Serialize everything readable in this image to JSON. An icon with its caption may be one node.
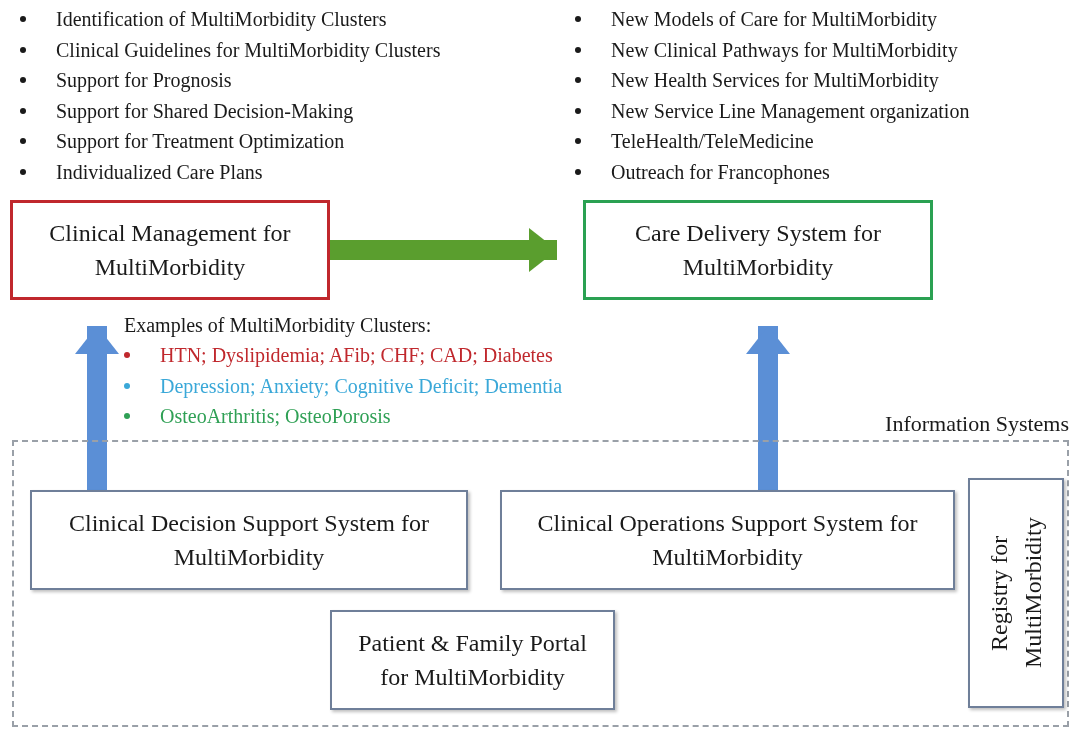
{
  "diagram": {
    "nodes": [
      {
        "text": [
          "Clinical Management for MultiMorbidity"
        ]
      },
      {
        "text": [
          "Care Delivery System for MultiMorbidity"
        ]
      },
      {
        "text": [
          "Information Systems"
        ]
      },
      {
        "text": [
          "Clinical Decision Support System for MultiMorbidity"
        ],
        "in": 2
      },
      {
        "text": [
          "Clinical Operations Support System for MultiMorbidity"
        ],
        "in": 2
      },
      {
        "text": [
          "Patient & Family Portal for MultiMorbidity"
        ],
        "in": 2
      },
      {
        "text": [
          "Registry for MultiMorbidity"
        ],
        "in": 2
      }
    ],
    "edges": [
      {
        "from": 0,
        "to": 1,
        "arrow": "to",
        "color": "#5a9e2e"
      },
      {
        "from": 3,
        "to": 0,
        "arrow": "to",
        "color": "#5b8fd6"
      },
      {
        "from": 4,
        "to": 1,
        "arrow": "to",
        "color": "#5b8fd6"
      }
    ],
    "labels": [
      "Identification of MultiMorbidity Clusters",
      "Clinical Guidelines for MultiMorbidity Clusters",
      "Support for Prognosis",
      "Support for Shared Decision-Making",
      "Support for Treatment Optimization",
      "Individualized Care Plans",
      "New Models of Care for MultiMorbidity",
      "New Clinical Pathways for MultiMorbidity",
      "New Health Services for MultiMorbidity",
      "New Service Line Management organization",
      "TeleHealth/TeleMedicine",
      "Outreach for Francophones",
      "Examples of MultiMorbidity Clusters:",
      "HTN; Dyslipidemia; AFib; CHF; CAD; Diabetes",
      "Depression; Anxiety; Cognitive Deficit; Dementia",
      "OsteoArthritis; OsteoPorosis"
    ]
  }
}
